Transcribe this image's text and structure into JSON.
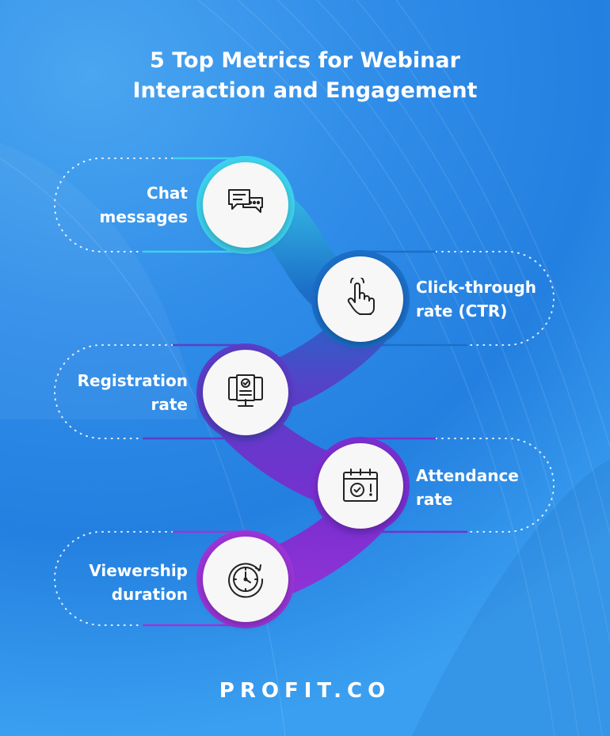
{
  "title": {
    "line1": "5 Top Metrics for Webinar",
    "line2": "Interaction and Engagement"
  },
  "metrics": [
    {
      "line1": "Chat",
      "line2": "messages",
      "icon": "chat-bubbles-icon",
      "side": "left"
    },
    {
      "line1": "Click-through",
      "line2": "rate (CTR)",
      "icon": "pointing-hand-icon",
      "side": "right"
    },
    {
      "line1": "Registration",
      "line2": "rate",
      "icon": "registration-monitor-icon",
      "side": "left"
    },
    {
      "line1": "Attendance",
      "line2": "rate",
      "icon": "calendar-check-icon",
      "side": "right"
    },
    {
      "line1": "Viewership",
      "line2": "duration",
      "icon": "stopwatch-icon",
      "side": "left"
    }
  ],
  "colors": {
    "background": "#2f8ce8",
    "stage1": "#3ed2ee",
    "stage2": "#1b6fc8",
    "stage3": "#5a3ec8",
    "stage4": "#7a2fd0",
    "stage5": "#9b35d8"
  },
  "brand": {
    "name": "PROFIT.CO"
  }
}
